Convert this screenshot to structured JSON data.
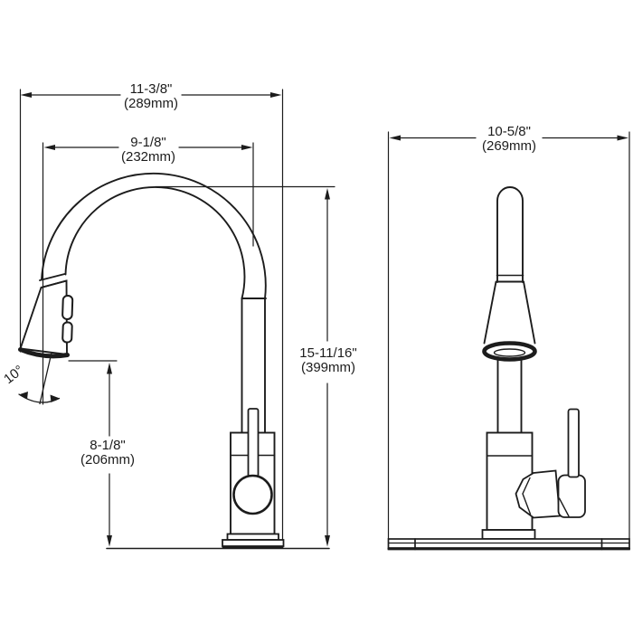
{
  "colors": {
    "background": "#ffffff",
    "line": "#1c1c1c",
    "text": "#1c1c1c"
  },
  "dimensions": {
    "overall_reach": {
      "inches": "11-3/8\"",
      "metric": "(289mm)"
    },
    "spout_reach": {
      "inches": "9-1/8\"",
      "metric": "(232mm)"
    },
    "overall_height": {
      "inches": "15-11/16\"",
      "metric": "(399mm)"
    },
    "spout_clearance": {
      "inches": "8-1/8\"",
      "metric": "(206mm)"
    },
    "base_width": {
      "inches": "10-5/8\"",
      "metric": "(269mm)"
    },
    "spray_head_angle": {
      "degrees": "10°"
    }
  }
}
